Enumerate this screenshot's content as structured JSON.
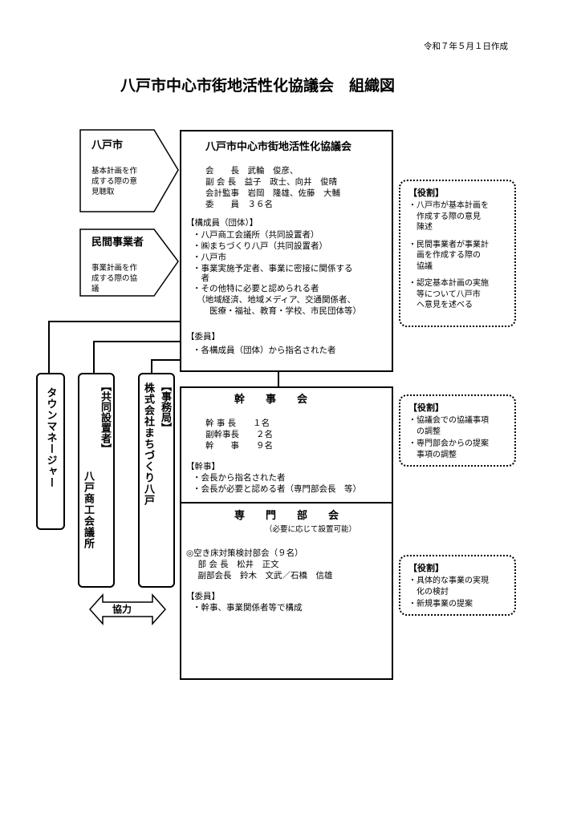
{
  "date": "令和７年５月１日作成",
  "page_title": "八戸市中心市街地活性化協議会　組織図",
  "hachinohe_city": {
    "name": "八戸市",
    "desc": [
      "基本計画を作",
      "成する際の意",
      "見聴取"
    ]
  },
  "private_business": {
    "name": "民間事業者",
    "desc": [
      "事業計画を作",
      "成する際の協",
      "議"
    ]
  },
  "council": {
    "title": "八戸市中心市街地活性化協議会",
    "officers": [
      "会　　長　武輪　俊彦、",
      "副 会 長　益子　政士、向井　俊晴",
      "会計監事　岩岡　隆雄、佐藤　大輔",
      "委　　員　３６名"
    ],
    "members_heading": "【構成員（団体）】",
    "members": [
      "・八戸商工会議所（共同設置者）",
      "・㈱まちづくり八戸（共同設置者）",
      "・八戸市",
      "・事業実施予定者、事業に密接に関係する",
      "　者",
      "・その他特に必要と認められる者",
      "　（地域経済、地域メディア、交通関係者、",
      "　　医療・福祉、教育・学校、市民団体等）"
    ],
    "committee_heading": "【委員】",
    "committee": [
      "・各構成員（団体）から指名された者"
    ]
  },
  "council_role": {
    "head": "【役割】",
    "items": [
      [
        "・八戸市が基本計画を",
        "　作成する際の意見",
        "　陳述"
      ],
      [
        "・民間事業者が事業計",
        "　画を作成する際の",
        "　協議"
      ],
      [
        "・認定基本計画の実施",
        "　等について八戸市",
        "　へ意見を述べる"
      ]
    ]
  },
  "kanji": {
    "title": "幹　　事　　会",
    "officers": [
      "幹 事 長　　１名",
      "副幹事長　　２名",
      "幹　　事　　９名"
    ],
    "members_heading": "【幹事】",
    "members": [
      "・会長から指名された者",
      "・会長が必要と認める者（専門部会長　等）"
    ]
  },
  "kanji_role": {
    "head": "【役割】",
    "items": [
      [
        "・協議会での協議事項",
        "　の調整"
      ],
      [
        "・専門部会からの提案",
        "　事項の調整"
      ]
    ]
  },
  "senmon": {
    "title": "専　　門　　部　　会",
    "subtitle": "（必要に応じて設置可能）",
    "group": "◎空き床対策検討部会（９名）",
    "officers": [
      "　部 会 長　松井　正文",
      "　副部会長　鈴木　文武／石橋　信雄"
    ],
    "members_heading": "【委員】",
    "members": [
      "・幹事、事業関係者等で構成"
    ]
  },
  "senmon_role": {
    "head": "【役割】",
    "items": [
      [
        "・具体的な事業の実現",
        "　化の検討"
      ],
      [
        "・新規事業の提案"
      ]
    ]
  },
  "vertical": {
    "town_manager": "タウンマネージャー",
    "co_founder_label": "【共同設置者】",
    "co_founder_name": "八戸商工会議所",
    "secretariat_label": "【事務局】",
    "secretariat_name": "株式会社まちづくり八戸"
  },
  "cooperation": "協力"
}
